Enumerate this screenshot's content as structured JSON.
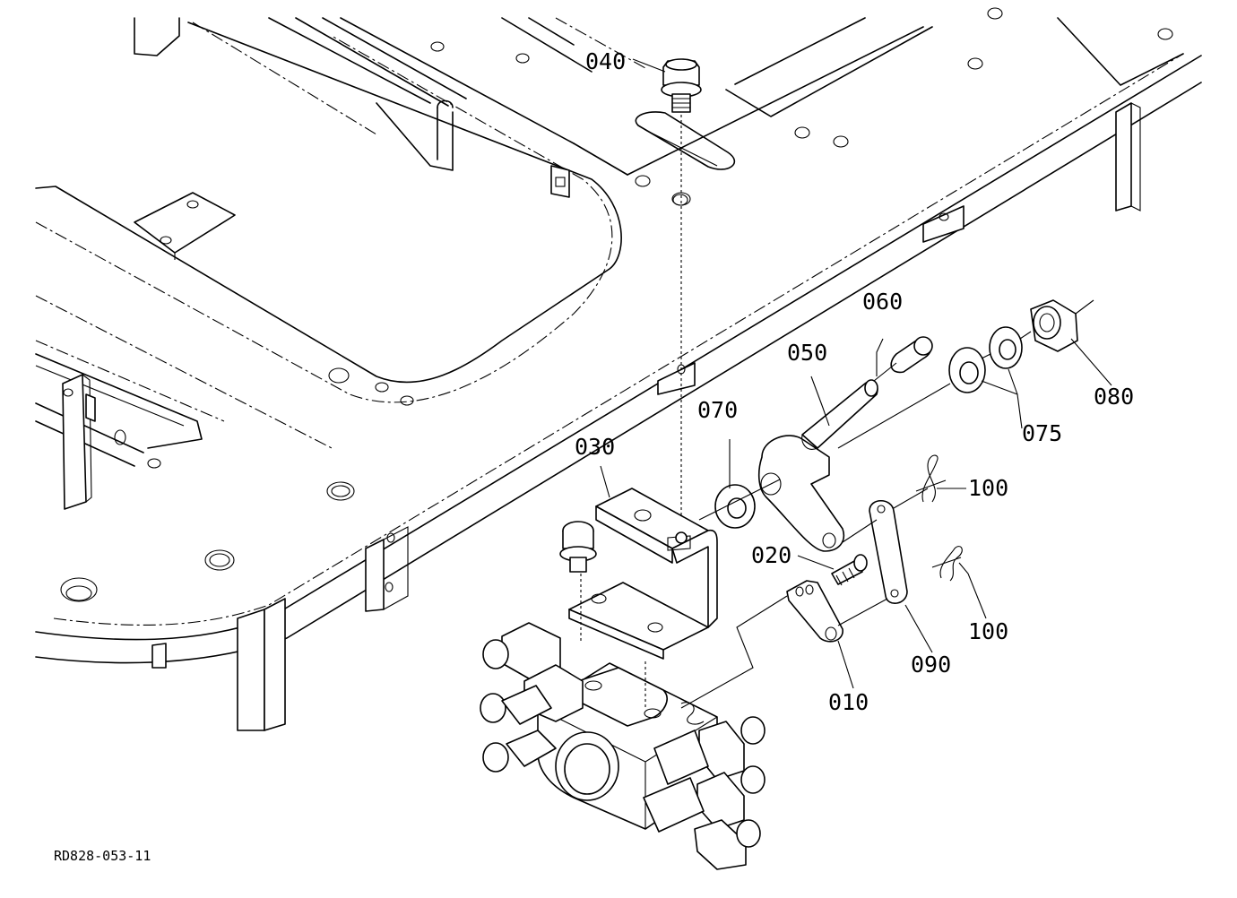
{
  "diagram": {
    "drawing_code": "RD828-053-11",
    "callouts": {
      "p040": "040",
      "p060": "060",
      "p050": "050",
      "p070": "070",
      "p075": "075",
      "p080": "080",
      "p030": "030",
      "p100a": "100",
      "p020": "020",
      "p100b": "100",
      "p090": "090",
      "p010": "010"
    }
  }
}
